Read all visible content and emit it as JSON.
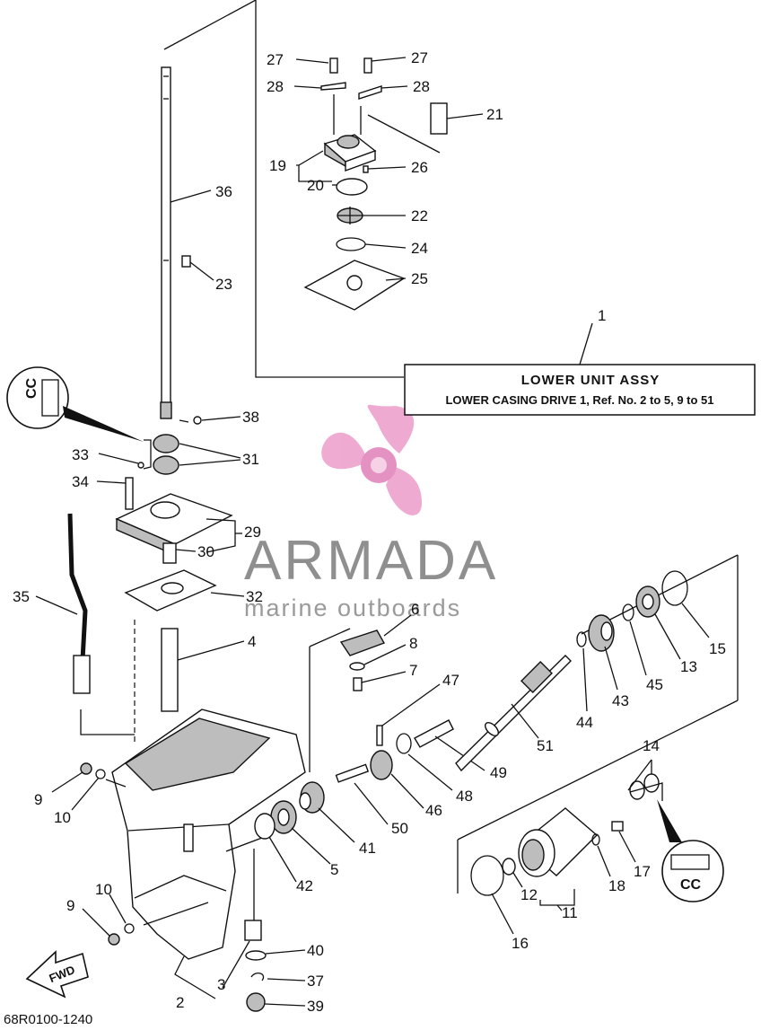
{
  "assembly_box": {
    "title": "LOWER UNIT ASSY",
    "subtitle": "LOWER CASING DRIVE 1, Ref. No. 2 to 5, 9 to 51",
    "callout": "1"
  },
  "watermark": {
    "brand": "ARMADA",
    "tagline": "marine outboards"
  },
  "diagram_code": "68R0100-1240",
  "forward_arrow_label": "FWD",
  "lube_symbol": "CC",
  "callouts": {
    "n27a": "27",
    "n27b": "27",
    "n28a": "28",
    "n28b": "28",
    "n21": "21",
    "n19": "19",
    "n26": "26",
    "n20": "20",
    "n36": "36",
    "n22": "22",
    "n24": "24",
    "n23": "23",
    "n25": "25",
    "n38": "38",
    "n33": "33",
    "n31": "31",
    "n34": "34",
    "n29": "29",
    "n30": "30",
    "n35": "35",
    "n32": "32",
    "n6": "6",
    "n15": "15",
    "n4": "4",
    "n8": "8",
    "n13": "13",
    "n7": "7",
    "n47": "47",
    "n45": "45",
    "n43": "43",
    "n44": "44",
    "n51": "51",
    "n49": "49",
    "n14": "14",
    "n9a": "9",
    "n10a": "10",
    "n48": "48",
    "n46": "46",
    "n50": "50",
    "n41": "41",
    "n17": "17",
    "n5": "5",
    "n42": "42",
    "n18": "18",
    "n10b": "10",
    "n12": "12",
    "n11": "11",
    "n9b": "9",
    "n16": "16",
    "n40": "40",
    "n3": "3",
    "n37": "37",
    "n2": "2",
    "n39": "39"
  }
}
